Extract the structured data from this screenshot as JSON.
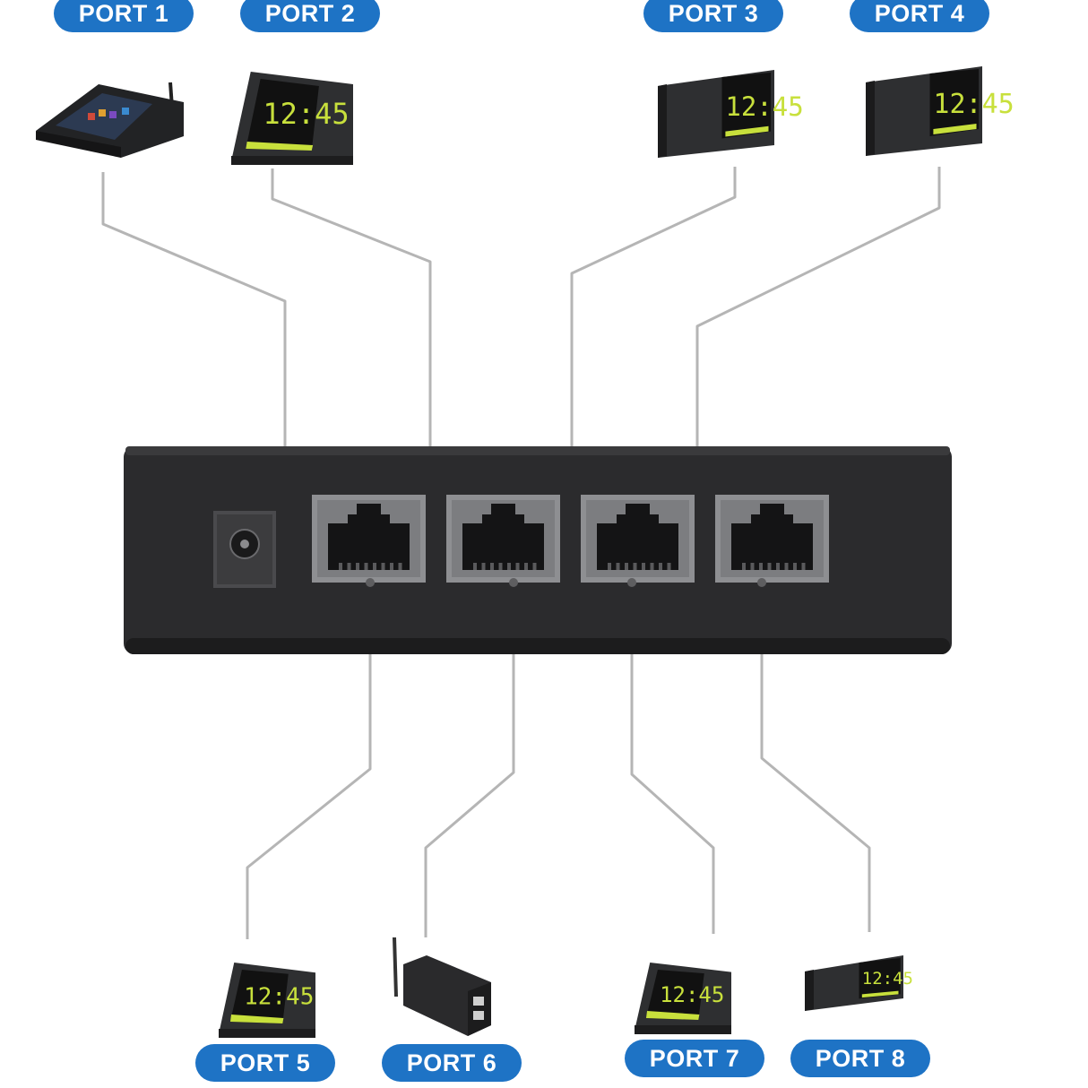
{
  "colors": {
    "label_bg": "#1e73c5",
    "label_text": "#ffffff",
    "cable": "#b5b5b5",
    "hub_body": "#2b2b2d",
    "jack_frame": "#8e8f92",
    "device_body": "#2e2f31",
    "screen_accent": "#c8e03c"
  },
  "hub": {
    "name": "poe-switch",
    "jacks": 4,
    "power_icon": "dc-power-jack-icon"
  },
  "ports": [
    {
      "label": "PORT 1",
      "device": "touchscreen-terminal-icon"
    },
    {
      "label": "PORT 2",
      "device": "desk-clock-display-icon"
    },
    {
      "label": "PORT 3",
      "device": "wall-clock-display-icon"
    },
    {
      "label": "PORT 4",
      "device": "wall-clock-display-icon"
    },
    {
      "label": "PORT 5",
      "device": "desk-clock-display-icon"
    },
    {
      "label": "PORT 6",
      "device": "wireless-adapter-icon"
    },
    {
      "label": "PORT 7",
      "device": "desk-clock-display-icon"
    },
    {
      "label": "PORT 8",
      "device": "wall-clock-display-icon"
    }
  ],
  "clock_time": "12:45"
}
